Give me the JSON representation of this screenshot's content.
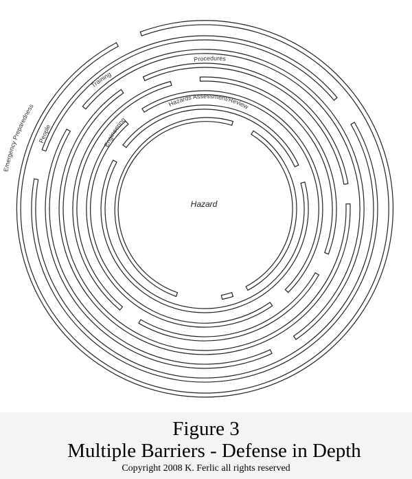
{
  "diagram": {
    "center_label": "Hazard",
    "ring_labels": {
      "hazards_assessment": "Hazards Assessment/Review",
      "engineering": "Engineering",
      "procedures": "Procedures",
      "training": "Training",
      "people": "People",
      "emergency_preparedness": "Emergency Preparedness"
    }
  },
  "caption": {
    "figure_number": "Figure 3",
    "title": "Multiple Barriers - Defense in Depth",
    "copyright": "Copyright 2008 K. Ferlic all rights reserved"
  }
}
